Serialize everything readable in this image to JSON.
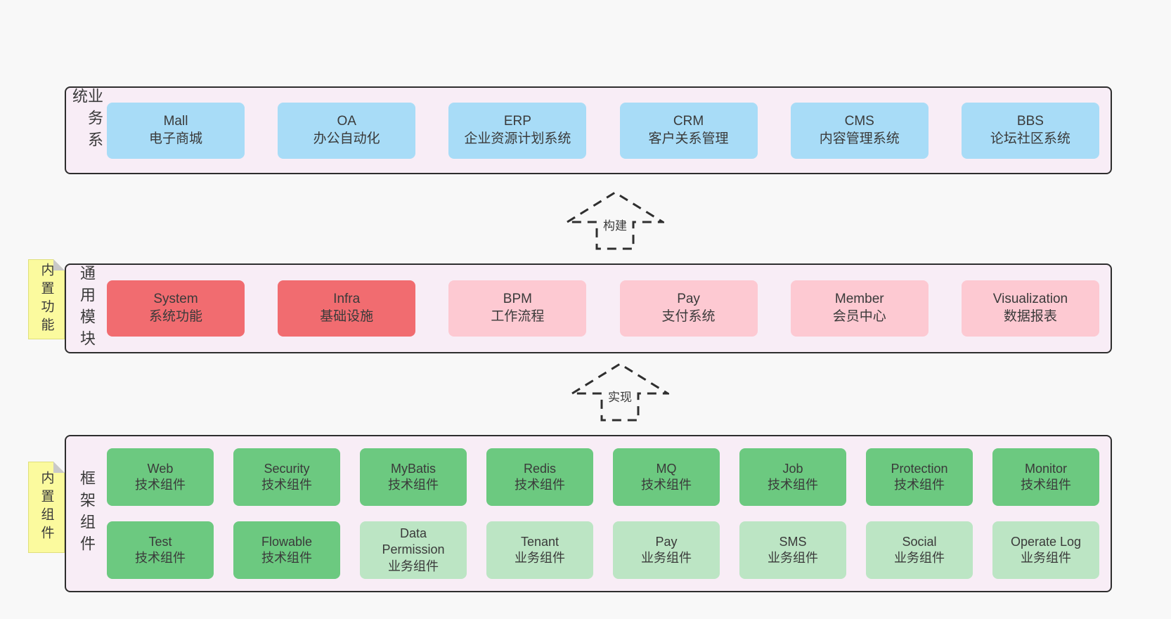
{
  "colors": {
    "page-bg": "#f8f8f8",
    "container-bg": "#f8edf6",
    "container-border": "#2e2e2e",
    "box-blue": "#a8dcf7",
    "box-red": "#f16c70",
    "box-pink": "#fdc9d2",
    "box-green": "#6cc980",
    "box-green-light": "#bce5c4",
    "sticky-yellow": "#fbfa9e",
    "sticky-border": "#dfdf7c",
    "fold-gray": "#c9c9c9",
    "text": "#3a3a3a",
    "arrow": "#2f2f2f"
  },
  "arrows": [
    {
      "label": "构建"
    },
    {
      "label": "实现"
    }
  ],
  "layers": [
    {
      "label": "业务系统",
      "boxes": [
        {
          "title": "Mall",
          "subtitle": "电子商城"
        },
        {
          "title": "OA",
          "subtitle": "办公自动化"
        },
        {
          "title": "ERP",
          "subtitle": "企业资源计划系统"
        },
        {
          "title": "CRM",
          "subtitle": "客户关系管理"
        },
        {
          "title": "CMS",
          "subtitle": "内容管理系统"
        },
        {
          "title": "BBS",
          "subtitle": "论坛社区系统"
        }
      ]
    },
    {
      "label": "通用模块",
      "sticky": "内置功能",
      "boxes": [
        {
          "title": "System",
          "subtitle": "系统功能"
        },
        {
          "title": "Infra",
          "subtitle": "基础设施"
        },
        {
          "title": "BPM",
          "subtitle": "工作流程"
        },
        {
          "title": "Pay",
          "subtitle": "支付系统"
        },
        {
          "title": "Member",
          "subtitle": "会员中心"
        },
        {
          "title": "Visualization",
          "subtitle": "数据报表"
        }
      ]
    },
    {
      "label": "框架组件",
      "sticky": "内置组件",
      "rows": [
        [
          {
            "title": "Web",
            "subtitle": "技术组件"
          },
          {
            "title": "Security",
            "subtitle": "技术组件"
          },
          {
            "title": "MyBatis",
            "subtitle": "技术组件"
          },
          {
            "title": "Redis",
            "subtitle": "技术组件"
          },
          {
            "title": "MQ",
            "subtitle": "技术组件"
          },
          {
            "title": "Job",
            "subtitle": "技术组件"
          },
          {
            "title": "Protection",
            "subtitle": "技术组件"
          },
          {
            "title": "Monitor",
            "subtitle": "技术组件"
          }
        ],
        [
          {
            "title": "Test",
            "subtitle": "技术组件"
          },
          {
            "title": "Flowable",
            "subtitle": "技术组件"
          },
          {
            "title": "Data Permission",
            "subtitle": "业务组件"
          },
          {
            "title": "Tenant",
            "subtitle": "业务组件"
          },
          {
            "title": "Pay",
            "subtitle": "业务组件"
          },
          {
            "title": "SMS",
            "subtitle": "业务组件"
          },
          {
            "title": "Social",
            "subtitle": "业务组件"
          },
          {
            "title": "Operate Log",
            "subtitle": "业务组件"
          }
        ]
      ]
    }
  ]
}
